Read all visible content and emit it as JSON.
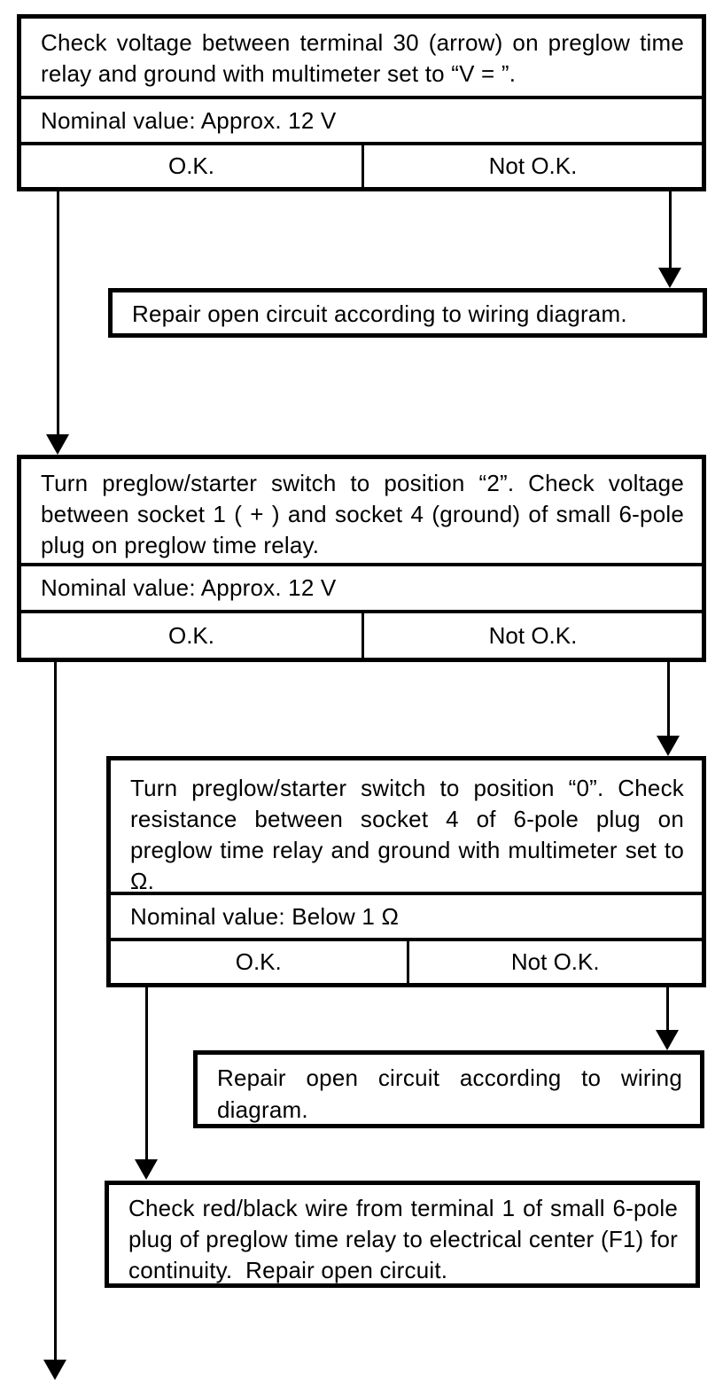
{
  "page": {
    "background_color": "#ffffff",
    "ink_color": "#000000",
    "kind": "troubleshooting-flowchart"
  },
  "flowchart": {
    "step1": {
      "statement": "Check voltage between terminal 30 (arrow) on preglow time relay and ground with multimeter set to “V = ”.",
      "nominal": "Nominal value: Approx. 12 V",
      "ok_label": "O.K.",
      "not_ok_label": "Not O.K."
    },
    "repair1": {
      "text": "Repair open circuit according to wiring diagram."
    },
    "step2": {
      "statement": "Turn preglow/starter switch to position “2”. Check voltage between socket 1 ( + ) and socket 4 (ground) of small 6-pole plug on preglow time relay.",
      "nominal": "Nominal value: Approx. 12 V",
      "ok_label": "O.K.",
      "not_ok_label": "Not O.K."
    },
    "step3": {
      "statement": "Turn preglow/starter switch to position “0”. Check resistance between socket 4 of 6-pole plug on preglow time relay and ground with multimeter set to Ω.",
      "nominal": "Nominal value: Below 1 Ω",
      "ok_label": "O.K.",
      "not_ok_label": "Not O.K."
    },
    "repair2": {
      "text": "Repair open circuit according to wiring diagram."
    },
    "final_check": {
      "text": "Check red/black wire from terminal 1 of small 6-pole plug of preglow time relay to electrical center (F1) for continuity.  Repair open circuit."
    }
  }
}
